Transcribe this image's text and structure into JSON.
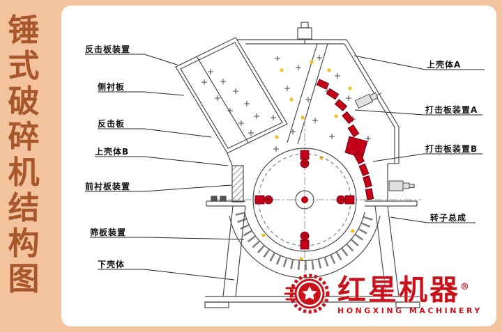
{
  "page": {
    "background": "#f3c39e"
  },
  "title": {
    "text": "锤式破碎机结构图",
    "chars": [
      "锤",
      "式",
      "破",
      "碎",
      "机",
      "结",
      "构",
      "图"
    ],
    "color": "#a8572b"
  },
  "labels_left": [
    {
      "text": "反击板装置"
    },
    {
      "text": "侧衬板"
    },
    {
      "text": "反击板"
    },
    {
      "text": "上壳体B"
    },
    {
      "text": "前衬板装置"
    },
    {
      "text": "筛板装置"
    },
    {
      "text": "下壳体"
    }
  ],
  "labels_right": [
    {
      "text": "上壳体A"
    },
    {
      "text": "打击板装置A"
    },
    {
      "text": "打击板装置B"
    },
    {
      "text": "转子总成"
    }
  ],
  "logo": {
    "name": "红星机器",
    "registered": "®",
    "subtitle": "HONGXING MACHINERY",
    "color": "#c9131c"
  },
  "diagram": {
    "accent_red": "#c40018",
    "dot_yellow": "#f2c01e",
    "line_gray": "#4a4a4a"
  }
}
